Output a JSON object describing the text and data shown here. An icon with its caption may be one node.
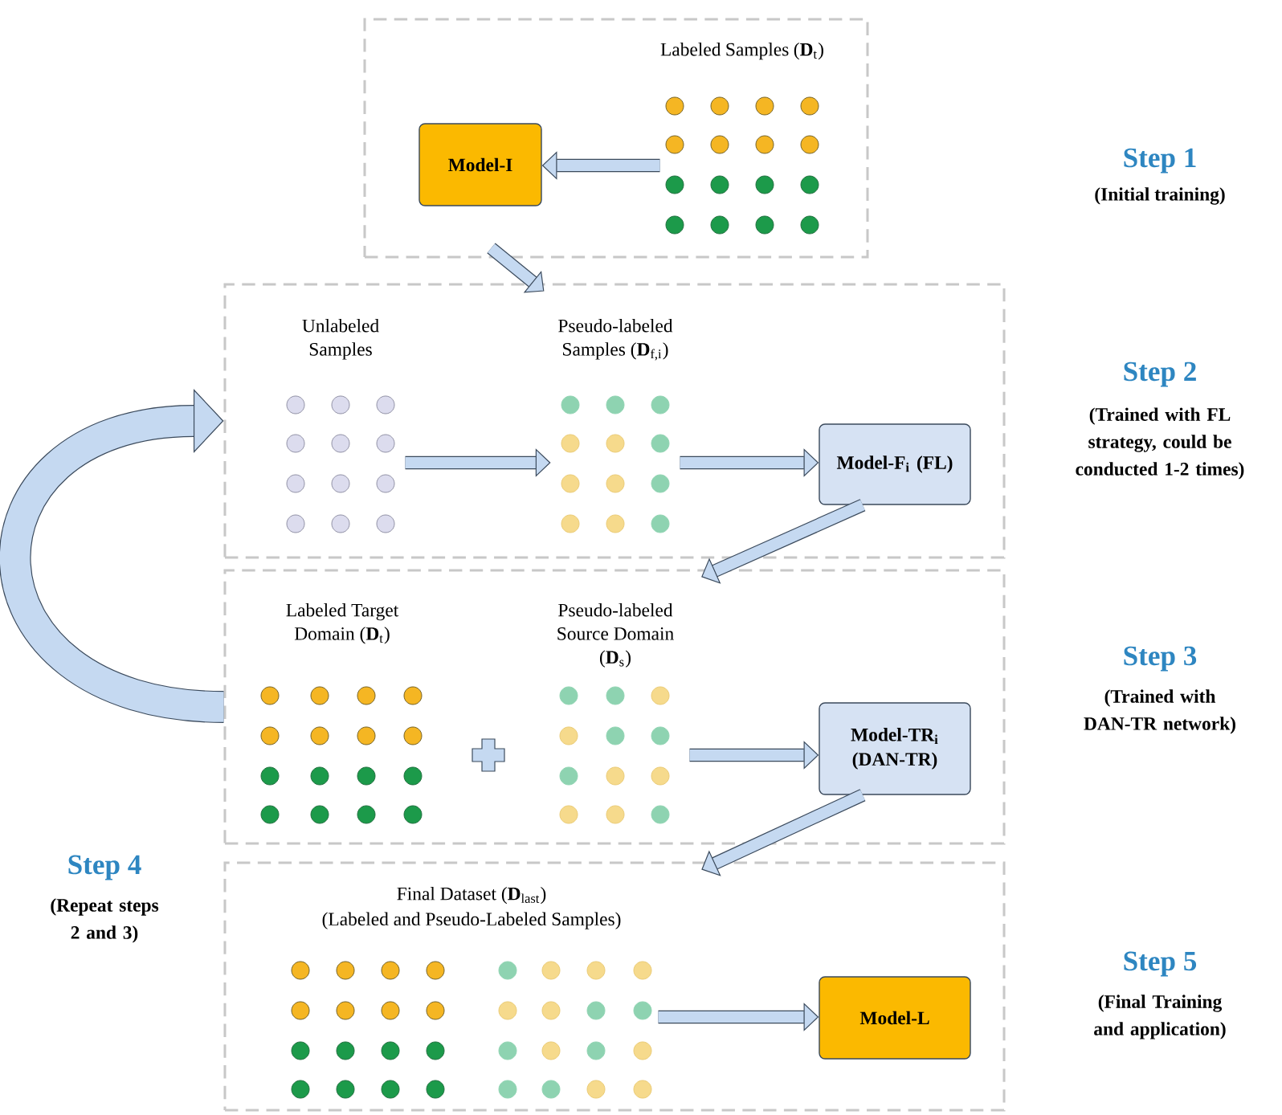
{
  "diagram": {
    "nodes": [
      {
        "text": [],
        "shape": "box"
      },
      {
        "text": [
          "Labeled Samples (**D**$_{t}$)"
        ],
        "in": 0
      },
      {
        "text": [
          "Model-I"
        ],
        "in": 0
      },
      {
        "text": [],
        "shape": "box"
      },
      {
        "text": [
          "Unlabeled Samples"
        ],
        "in": 3
      },
      {
        "text": [
          "Pseudo-labeled Samples (**D**$_{f,i}$)"
        ],
        "in": 3
      },
      {
        "text": [
          "Model-F$_{i}$ (FL)"
        ],
        "in": 3
      },
      {
        "text": [],
        "shape": "box"
      },
      {
        "text": [
          "Labeled Target Domain (**D**$_{t}$)"
        ],
        "in": 7
      },
      {
        "text": [
          "Pseudo-labeled Source Domain (**D**$_{s}$)"
        ],
        "in": 7
      },
      {
        "text": [
          "Model-TR$_{i}$ (DAN-TR)"
        ],
        "in": 7
      },
      {
        "text": [],
        "shape": "box"
      },
      {
        "text": [
          "Final Dataset (**D**$_{last}$)",
          "(Labeled and Pseudo-Labeled Samples)"
        ],
        "in": 11
      },
      {
        "text": [
          "Model-L"
        ],
        "in": 11
      }
    ],
    "edges": [
      {
        "from": 1,
        "to": 2,
        "arrow": "to"
      },
      {
        "from": 0,
        "to": 3,
        "arrow": "to"
      },
      {
        "from": 4,
        "to": 5,
        "arrow": "to"
      },
      {
        "from": 5,
        "to": 6,
        "arrow": "to"
      },
      {
        "from": 6,
        "to": 7,
        "arrow": "to"
      },
      {
        "from": 9,
        "to": 10,
        "arrow": "to"
      },
      {
        "from": 10,
        "to": 11,
        "arrow": "to"
      },
      {
        "from": 12,
        "to": 13,
        "arrow": "to"
      },
      {
        "from": 7,
        "to": 3,
        "arrow": "to",
        "style": "thick"
      }
    ],
    "labels": [
      "Step 1",
      "(Initial training)",
      "Step 2",
      "(Trained with FL strategy, could be conducted 1-2 times)",
      "Step 3",
      "(Trained with DAN-TR network)",
      "Step 4",
      "(Repeat steps 2 and 3)",
      "Step 5",
      "(Final Training and application)"
    ]
  }
}
